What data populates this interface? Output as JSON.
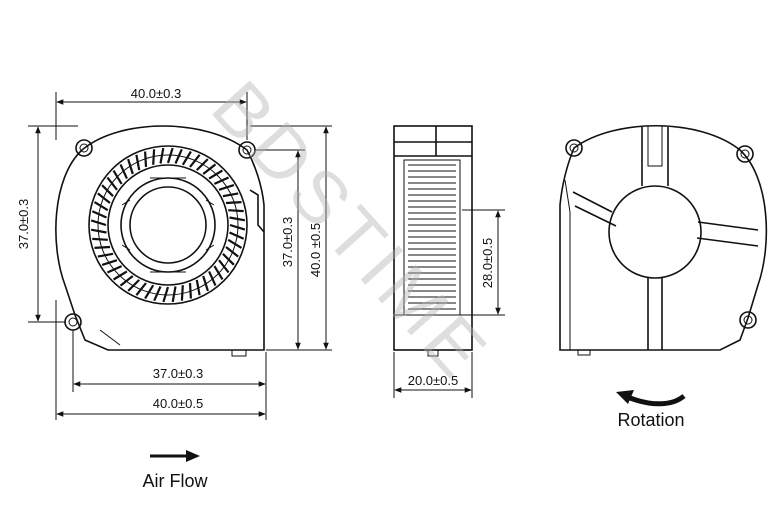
{
  "dimensions": {
    "front_top_width": "40.0±0.3",
    "front_left_height": "37.0±0.3",
    "front_inner_height": "37.0±0.3",
    "front_outer_height": "40.0 ±0.5",
    "front_bottom_inner_width": "37.0±0.3",
    "front_bottom_outer_width": "40.0±0.5",
    "side_height": "28.0±0.5",
    "side_width": "20.0±0.5"
  },
  "labels": {
    "air_flow": "Air Flow",
    "rotation": "Rotation"
  },
  "watermark": "BDSTIME"
}
